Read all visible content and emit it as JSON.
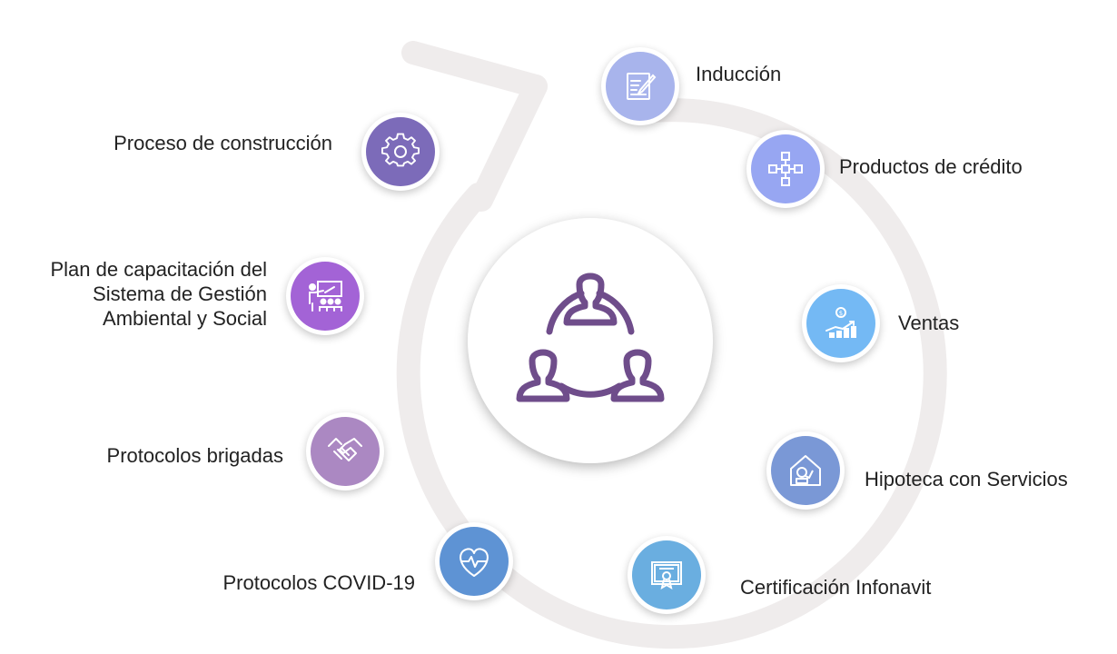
{
  "steps": [
    {
      "label": "Inducción",
      "icon": "document-edit-icon",
      "color": "#a8b4ec"
    },
    {
      "label": "Productos de crédito",
      "icon": "network-nodes-icon",
      "color": "#97a6f2"
    },
    {
      "label": "Ventas",
      "icon": "sales-growth-icon",
      "color": "#74b9f4"
    },
    {
      "label": "Hipoteca con Servicios",
      "icon": "house-mortgage-icon",
      "color": "#7a98d6"
    },
    {
      "label": "Certificación Infonavit",
      "icon": "certificate-icon",
      "color": "#6aaee0"
    },
    {
      "label": "Protocolos COVID-19",
      "icon": "heart-pulse-icon",
      "color": "#5e93d4"
    },
    {
      "label": "Protocolos brigadas",
      "icon": "handshake-icon",
      "color": "#ab88c2"
    },
    {
      "label": "Plan de capacitación del\nSistema de Gestión\nAmbiental y Social",
      "icon": "training-presentation-icon",
      "color": "#a363d6"
    },
    {
      "label": "Proceso de construcción",
      "icon": "gear-icon",
      "color": "#7c6bb9"
    }
  ],
  "center_icon": "team-network-icon",
  "colors": {
    "ring": "#efecec",
    "center_icon": "#6f4d8b"
  }
}
